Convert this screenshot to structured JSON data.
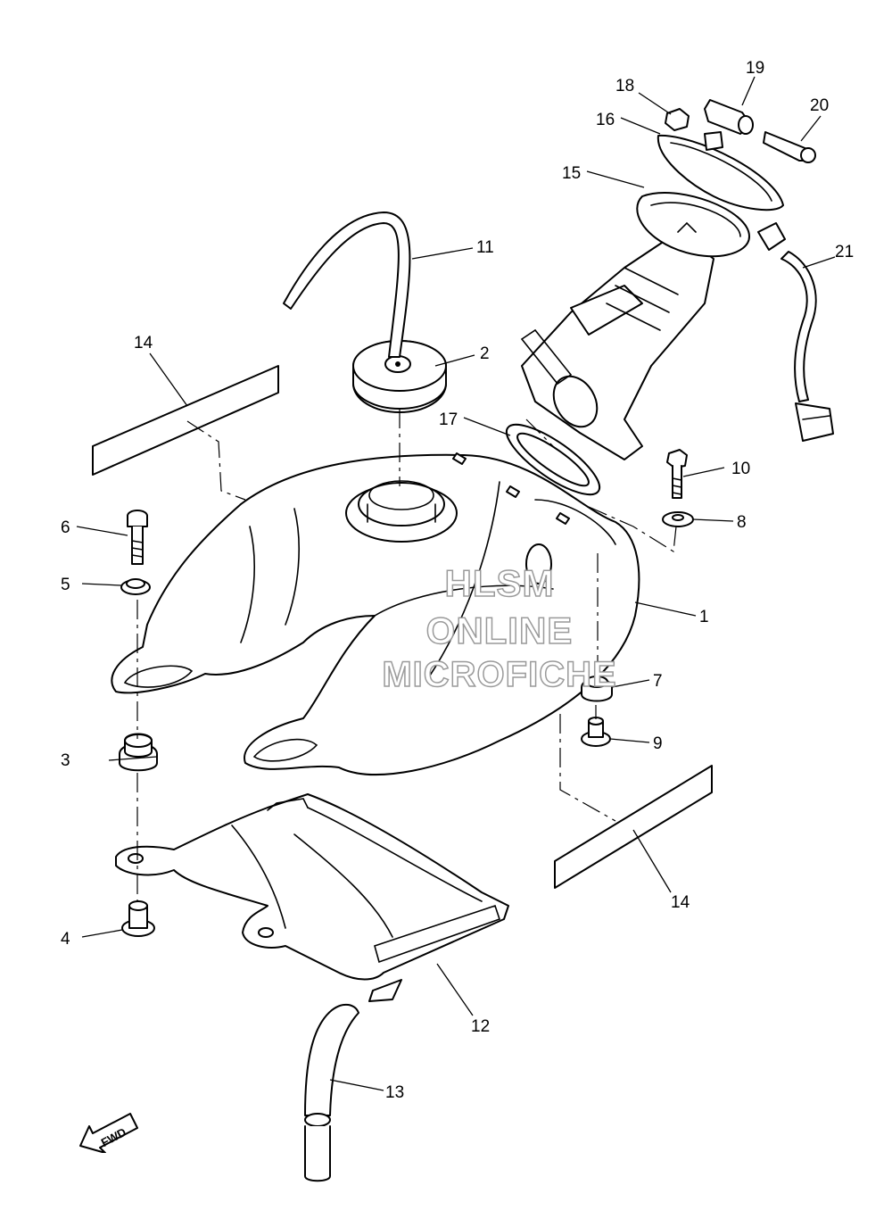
{
  "watermark": {
    "line1": "HLSM",
    "line2": "ONLINE",
    "line3": "MICROFICHE"
  },
  "direction_marker": "FWD",
  "callouts": [
    {
      "key": "c1",
      "label": "1"
    },
    {
      "key": "c2",
      "label": "2"
    },
    {
      "key": "c3",
      "label": "3"
    },
    {
      "key": "c4",
      "label": "4"
    },
    {
      "key": "c5",
      "label": "5"
    },
    {
      "key": "c6",
      "label": "6"
    },
    {
      "key": "c7",
      "label": "7"
    },
    {
      "key": "c8",
      "label": "8"
    },
    {
      "key": "c9",
      "label": "9"
    },
    {
      "key": "c10",
      "label": "10"
    },
    {
      "key": "c11",
      "label": "11"
    },
    {
      "key": "c12",
      "label": "12"
    },
    {
      "key": "c13",
      "label": "13"
    },
    {
      "key": "c14a",
      "label": "14"
    },
    {
      "key": "c14b",
      "label": "14"
    },
    {
      "key": "c15",
      "label": "15"
    },
    {
      "key": "c16",
      "label": "16"
    },
    {
      "key": "c17",
      "label": "17"
    },
    {
      "key": "c18",
      "label": "18"
    },
    {
      "key": "c19",
      "label": "19"
    },
    {
      "key": "c20",
      "label": "20"
    },
    {
      "key": "c21",
      "label": "21"
    }
  ]
}
